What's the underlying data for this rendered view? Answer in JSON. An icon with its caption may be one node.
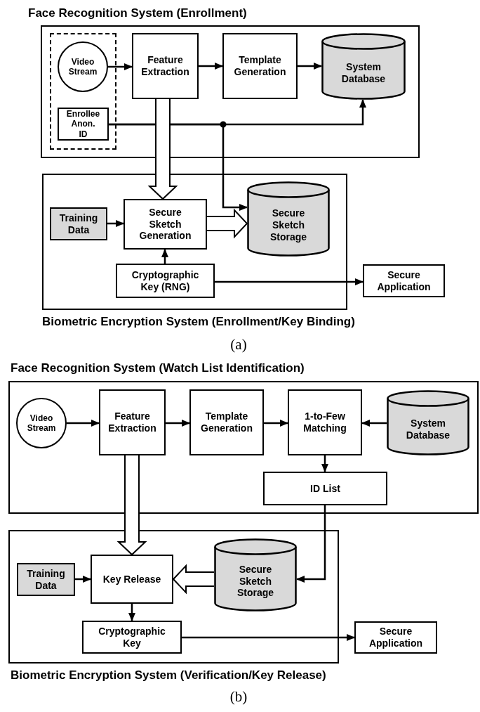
{
  "diagram": {
    "nodes": [
      {
        "text": [
          "Face Recognition System (Enrollment)"
        ]
      },
      {
        "text": [],
        "shape": "box",
        "in": 0
      },
      {
        "text": [
          "Video Stream"
        ],
        "in": 1
      },
      {
        "text": [
          "Enrollee Anon. ID"
        ],
        "in": 1
      },
      {
        "text": [
          "Feature Extraction"
        ],
        "in": 0
      },
      {
        "text": [
          "Template Generation"
        ],
        "in": 0
      },
      {
        "text": [
          "System Database"
        ],
        "in": 0
      },
      {
        "text": [
          "Biometric Encryption System (Enrollment/Key Binding)"
        ]
      },
      {
        "text": [
          "Training Data"
        ],
        "in": 7
      },
      {
        "text": [
          "Secure Sketch Generation"
        ],
        "in": 7
      },
      {
        "text": [
          "Secure Sketch Storage"
        ],
        "in": 7
      },
      {
        "text": [
          "Cryptographic Key (RNG)"
        ],
        "in": 7
      },
      {
        "text": [
          "Secure Application"
        ]
      },
      {
        "text": [
          "Face Recognition System (Watch List Identification)"
        ]
      },
      {
        "text": [
          "Video Stream"
        ],
        "in": 13
      },
      {
        "text": [
          "Feature Extraction"
        ],
        "in": 13
      },
      {
        "text": [
          "Template Generation"
        ],
        "in": 13
      },
      {
        "text": [
          "1-to-Few Matching"
        ],
        "in": 13
      },
      {
        "text": [
          "System Database"
        ],
        "in": 13
      },
      {
        "text": [
          "ID List"
        ],
        "in": 13
      },
      {
        "text": [
          "Biometric Encryption System (Verification/Key Release)"
        ]
      },
      {
        "text": [
          "Training Data"
        ],
        "in": 20
      },
      {
        "text": [
          "Key Release"
        ],
        "in": 20
      },
      {
        "text": [
          "Secure Sketch Storage"
        ],
        "in": 20
      },
      {
        "text": [
          "Cryptographic Key"
        ],
        "in": 20
      },
      {
        "text": [
          "Secure Application"
        ]
      }
    ],
    "edges": [
      {
        "from": 2,
        "to": 4,
        "arrow": "to"
      },
      {
        "from": 4,
        "to": 5,
        "arrow": "to"
      },
      {
        "from": 5,
        "to": 6,
        "arrow": "to"
      },
      {
        "from": 3,
        "to": 6,
        "arrow": "to"
      },
      {
        "from": 3,
        "to": 10,
        "arrow": "to"
      },
      {
        "from": 4,
        "to": 9,
        "arrow": "to",
        "style": "thick"
      },
      {
        "from": 8,
        "to": 9,
        "arrow": "to"
      },
      {
        "from": 11,
        "to": 9,
        "arrow": "to"
      },
      {
        "from": 9,
        "to": 10,
        "arrow": "to",
        "style": "thick"
      },
      {
        "from": 11,
        "to": 12,
        "arrow": "to"
      },
      {
        "from": 14,
        "to": 15,
        "arrow": "to"
      },
      {
        "from": 15,
        "to": 16,
        "arrow": "to"
      },
      {
        "from": 16,
        "to": 17,
        "arrow": "to"
      },
      {
        "from": 18,
        "to": 17,
        "arrow": "to"
      },
      {
        "from": 17,
        "to": 19,
        "arrow": "to"
      },
      {
        "from": 15,
        "to": 22,
        "arrow": "to",
        "style": "thick"
      },
      {
        "from": 21,
        "to": 22,
        "arrow": "to"
      },
      {
        "from": 23,
        "to": 22,
        "arrow": "to",
        "style": "thick"
      },
      {
        "from": 19,
        "to": 23,
        "arrow": "to"
      },
      {
        "from": 22,
        "to": 24,
        "arrow": "to"
      },
      {
        "from": 24,
        "to": 25,
        "arrow": "to"
      }
    ],
    "labels": [
      "(a)",
      "(b)"
    ]
  }
}
